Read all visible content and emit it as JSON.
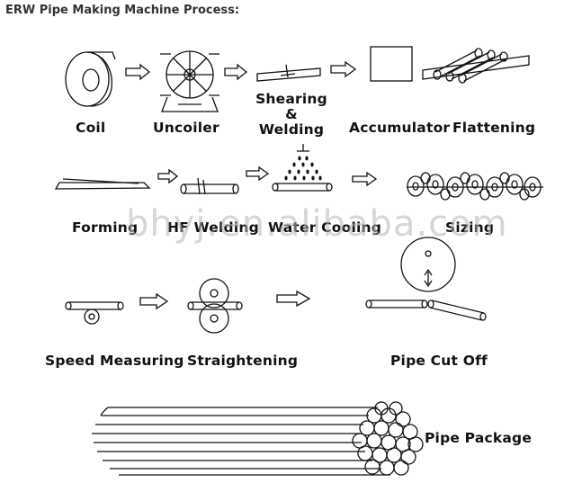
{
  "title": "ERW Pipe Making Machine Process:",
  "steps": {
    "coil": "Coil",
    "uncoiler": "Uncoiler",
    "shearing_line1": "Shearing",
    "shearing_line2": "&",
    "shearing_line3": "Welding",
    "accumulator": "Accumulator",
    "flattening": "Flattening",
    "forming": "Forming",
    "hf_welding": "HF Welding",
    "water_cooling": "Water Cooling",
    "sizing": "Sizing",
    "speed_measuring": "Speed Measuring",
    "straightening": "Straightening",
    "pipe_cut_off": "Pipe Cut Off",
    "pipe_package": "Pipe Package"
  },
  "watermark": "bhyj.en.alibaba.com"
}
